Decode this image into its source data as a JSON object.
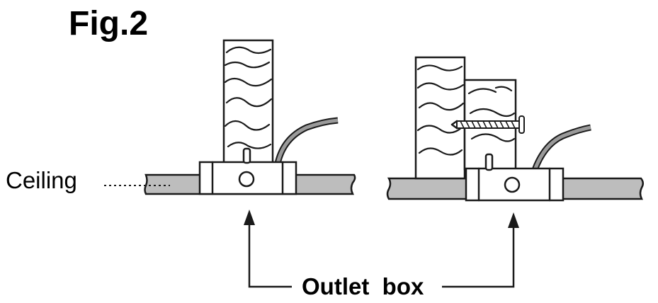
{
  "figure": {
    "title": "Fig.2"
  },
  "labels": {
    "ceiling": "Ceiling",
    "outlet_box": "Outlet  box"
  },
  "colors": {
    "ceiling_fill": "#bdbdbd",
    "line": "#1a1a1a",
    "background": "#ffffff"
  }
}
